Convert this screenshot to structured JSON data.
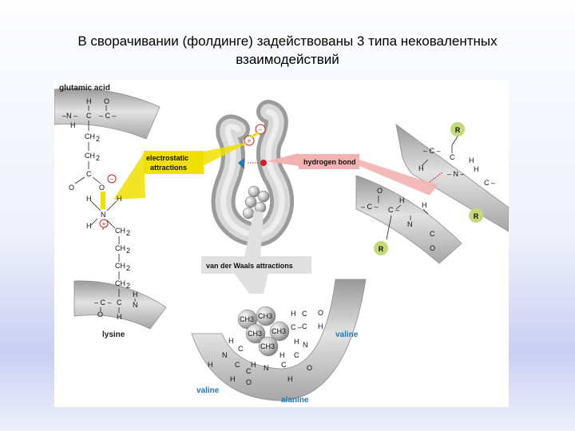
{
  "slide": {
    "title_line1": "В сворачивании (фолдинге) задействованы 3 типа нековалентных",
    "title_line2": "взаимодействий"
  },
  "figure": {
    "labels": {
      "glutamic_acid": "glutamic acid",
      "lysine": "lysine",
      "valine_right": "valine",
      "valine_left": "valine",
      "alanine": "alanine",
      "electrostatic_1": "electrostatic",
      "electrostatic_2": "attractions",
      "hydrogen_bond": "hydrogen bond",
      "van_der_waals": "van der Waals attractions",
      "group_r": "R",
      "minus": "−",
      "plus": "+",
      "ch3": "CH3",
      "ch2": "CH2"
    },
    "colors": {
      "backbone_gray": "#b8b8b8",
      "callout_yellow": "#f0e000",
      "callout_pink": "#f3b2b2",
      "callout_gray": "#e0e0e0",
      "r_group_green": "#c4d97a",
      "text_blue": "#1c7ab8",
      "charge_red": "#d02020"
    }
  }
}
